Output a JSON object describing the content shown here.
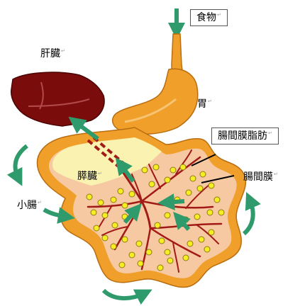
{
  "labels": {
    "food": "食物",
    "liver": "肝臓",
    "stomach": "胃",
    "pancreas": "膵臓",
    "small_intestine": "小腸",
    "mesentery": "腸間膜",
    "mesenteric_fat": "腸間膜脂肪"
  },
  "return_mark": "↵",
  "colors": {
    "liver": "#7a0c0c",
    "intestine_orange": "#f0a02a",
    "mesentery_fill": "#f6c9a2",
    "pancreas_fill": "#f9f2b0",
    "vessel": "#a21a18",
    "fat_dot": "#f4ee22",
    "arrow_green": "#2f9a6b"
  },
  "icons": [
    "green-arrow-icon",
    "fat-dot-icon",
    "blood-vessel-icon"
  ]
}
